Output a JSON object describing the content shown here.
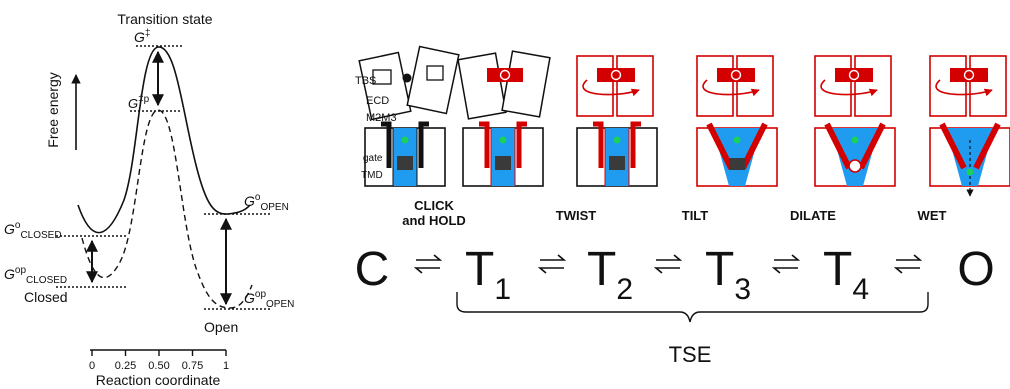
{
  "energy_diagram": {
    "title": "Transition state",
    "y_axis_label": "Free energy",
    "x_axis_label": "Reaction coordinate",
    "x_ticks": [
      "0",
      "0.25",
      "0.50",
      "0.75",
      "1"
    ],
    "closed_label": "Closed",
    "open_label": "Open",
    "g_ts": "G‡",
    "g_ts_op": "G‡p",
    "g_closed": "GoCLOSED",
    "g_closed_op": "GopCLOSED",
    "g_open": "GoOPEN",
    "g_open_op": "GopOPEN"
  },
  "structure_labels": {
    "tbs": "TBS",
    "ecd": "ECD",
    "m2m3": "M2M3",
    "gate": "gate",
    "tmd": "TMD"
  },
  "steps": [
    "CLICK\nand HOLD",
    "TWIST",
    "TILT",
    "DILATE",
    "WET"
  ],
  "states": [
    "C",
    "T1",
    "T2",
    "T3",
    "T4",
    "O"
  ],
  "ensemble_label": "TSE",
  "colors": {
    "inactive": "#111111",
    "active": "#d40000",
    "water": "#1f9bf0",
    "ion": "#1ad15a",
    "gate": "#3a3a3a"
  }
}
